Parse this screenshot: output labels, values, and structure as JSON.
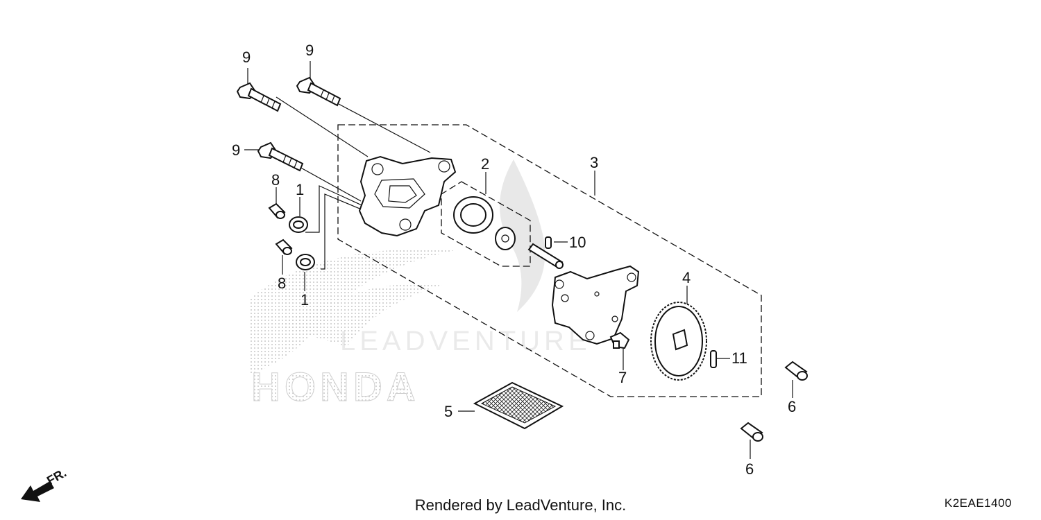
{
  "diagram": {
    "callouts": {
      "c1a": "1",
      "c1b": "1",
      "c2": "2",
      "c3": "3",
      "c4": "4",
      "c5": "5",
      "c6a": "6",
      "c6b": "6",
      "c7": "7",
      "c8a": "8",
      "c8b": "8",
      "c9a": "9",
      "c9b": "9",
      "c9c": "9",
      "c10": "10",
      "c11": "11"
    },
    "front_label": "FR.",
    "watermark_brand": "HONDA",
    "watermark_dealer": "LEADVENTURE"
  },
  "footer": {
    "credit": "Rendered by LeadVenture, Inc.",
    "code": "K2EAE1400"
  }
}
